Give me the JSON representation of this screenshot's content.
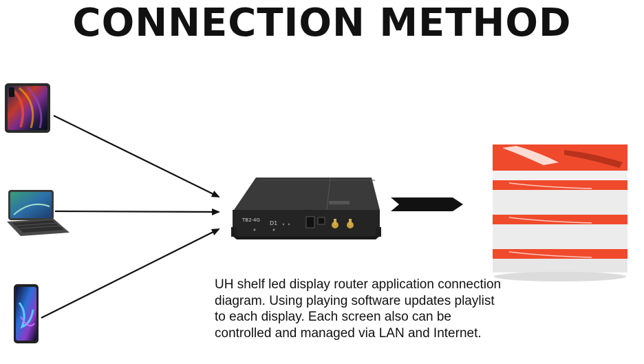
{
  "title": "CONNECTION METHOD",
  "description": "UH shelf led display router application connection diagram. Using playing software updates playlist to each display. Each screen also can be controlled and managed via LAN and Internet.",
  "router": {
    "model_label": "TB2-4G",
    "port_label": "D1"
  },
  "colors": {
    "arrow": "#111111",
    "shelf_red": "#f04a2c",
    "router_body": "#2b2b2b"
  }
}
